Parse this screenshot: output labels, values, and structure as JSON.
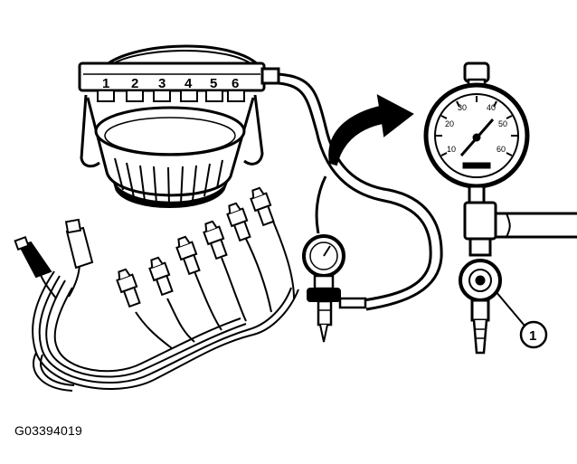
{
  "figure": {
    "code": "G03394019",
    "rail_numbers": [
      "1",
      "2",
      "3",
      "4",
      "5",
      "6"
    ],
    "callout": "1",
    "gauge_ticks": [
      "10",
      "20",
      "30",
      "40",
      "50",
      "60"
    ]
  }
}
